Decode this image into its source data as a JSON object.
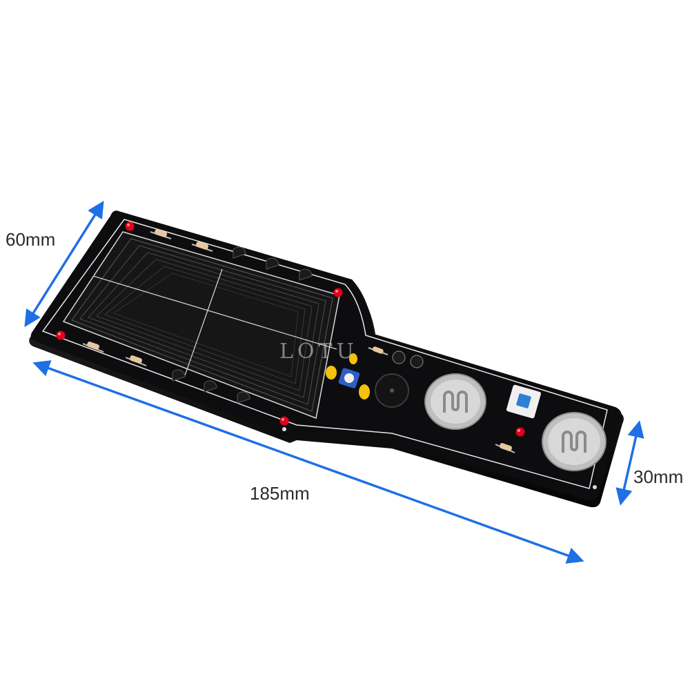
{
  "dimensions": {
    "width_label": "60mm",
    "length_label": "185mm",
    "height_label": "30mm"
  },
  "watermark": "LOTU",
  "colors": {
    "arrow": "#1f6fe5",
    "board": "#0d0d0f",
    "silkscreen": "#e8e8e8",
    "pad_metal": "#c9c9c9",
    "led": "#e3001b",
    "capacitor": "#f4c20d",
    "trimmer": "#2f5fc4"
  },
  "icons": {
    "arrow": "double-headed-arrow",
    "led": "red-led",
    "battery_holder": "coin-cell-holder",
    "switch": "push-switch"
  }
}
